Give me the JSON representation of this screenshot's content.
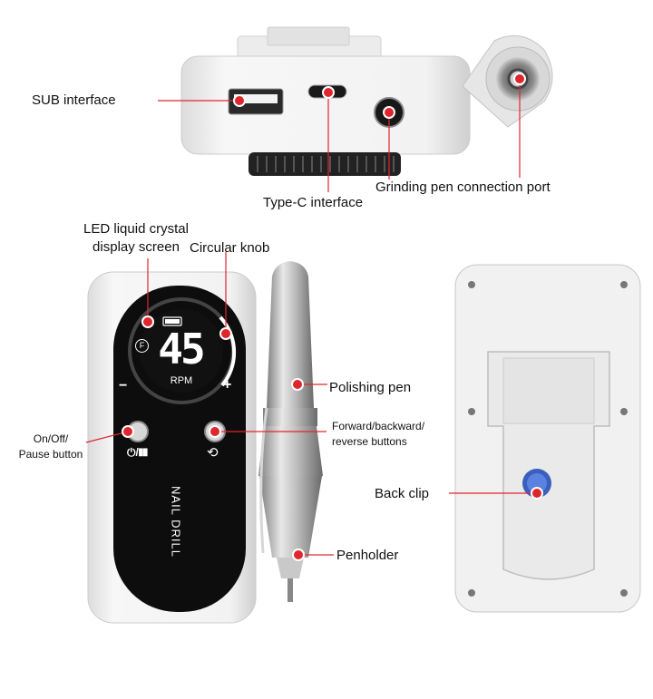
{
  "labels": {
    "sub_interface": "SUB interface",
    "type_c_interface": "Type-C interface",
    "grinding_pen_port": "Grinding pen connection port",
    "led_display_line1": "LED liquid crystal",
    "led_display_line2": "display screen",
    "circular_knob": "Circular knob",
    "polishing_pen": "Polishing pen",
    "on_off_line1": "On/Off/",
    "on_off_line2": "Pause button",
    "forward_line1": "Forward/backward/",
    "forward_line2": "reverse buttons",
    "back_clip": "Back clip",
    "penholder": "Penholder"
  },
  "device": {
    "display_value": "45",
    "display_unit": "RPM",
    "mode_letter": "F",
    "minus": "−",
    "plus": "+",
    "brand_text": "NAIL DRILL"
  },
  "colors": {
    "marker_red": "#e0262d",
    "panel_black": "#0d0d0d",
    "body_white": "#f3f3f3"
  }
}
